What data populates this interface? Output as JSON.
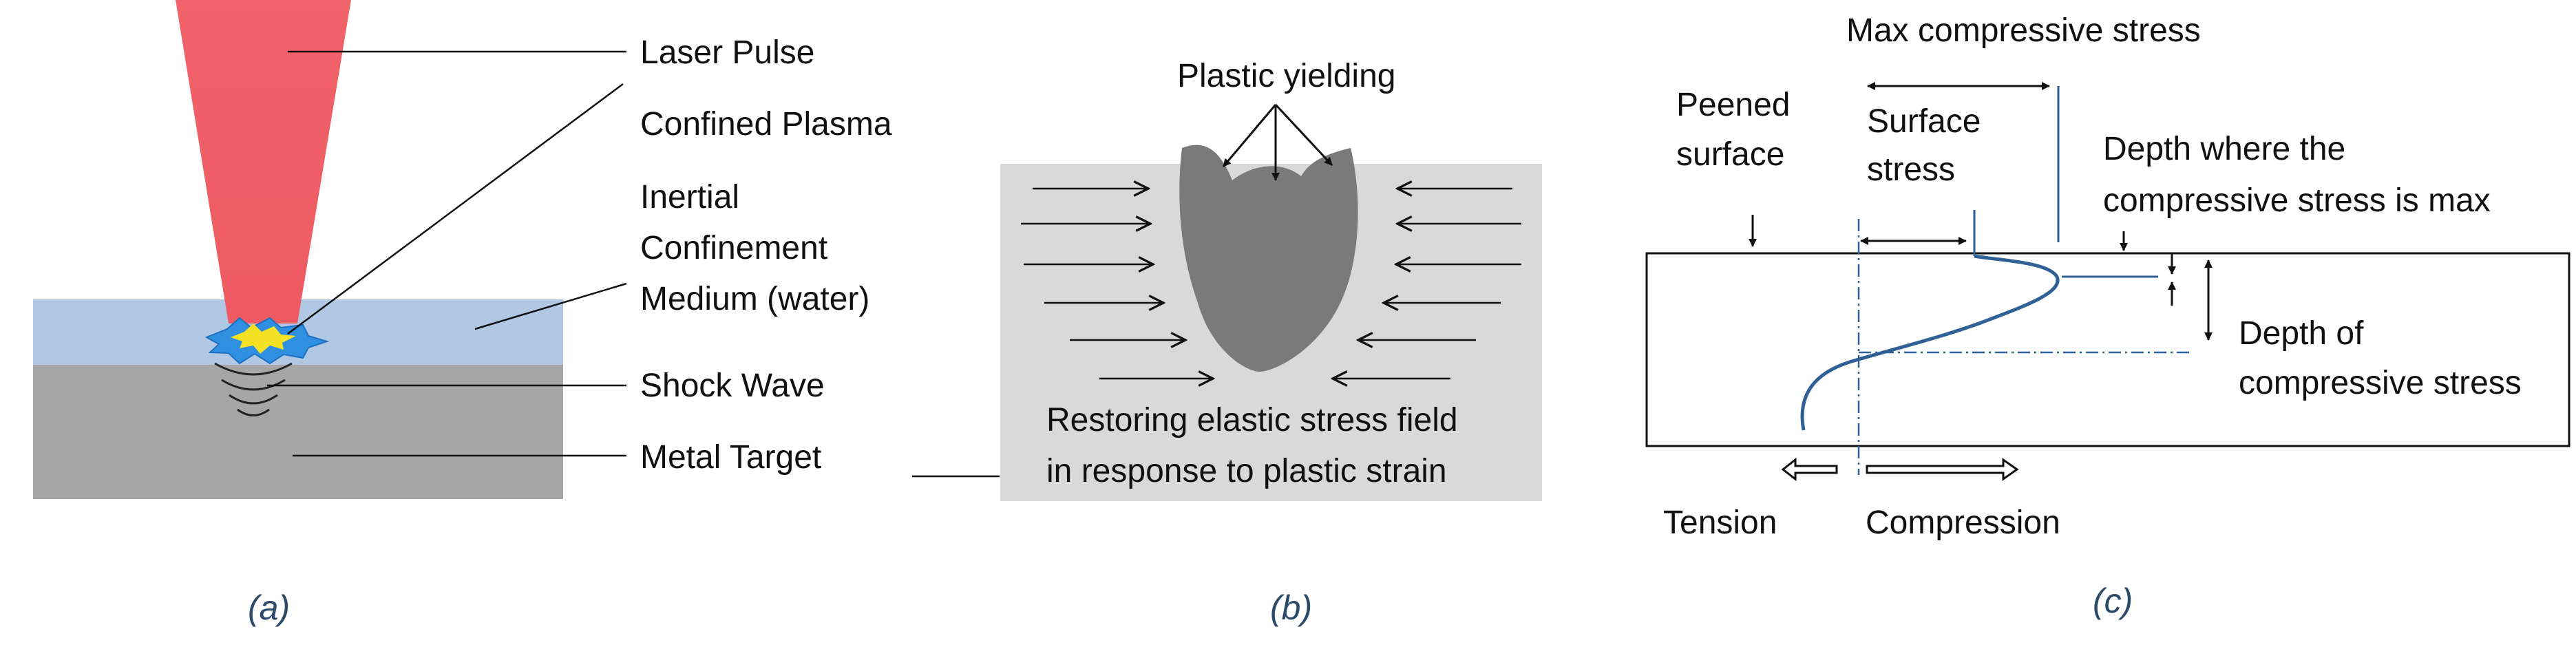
{
  "panel_a": {
    "labels": {
      "laser_pulse": "Laser Pulse",
      "confined_plasma": "Confined Plasma",
      "inertial_line1": "Inertial",
      "inertial_line2": "Confinement",
      "inertial_line3": "Medium (water)",
      "shock_wave": "Shock Wave",
      "metal_target": "Metal Target"
    },
    "caption": "(a)"
  },
  "panel_b": {
    "labels": {
      "plastic_yielding": "Plastic yielding",
      "restoring_line1": "Restoring elastic stress field",
      "restoring_line2": "in response to plastic strain"
    },
    "caption": "(b)"
  },
  "panel_c": {
    "labels": {
      "max_compressive_stress": "Max compressive stress",
      "peened_line1": "Peened",
      "peened_line2": "surface",
      "surface_stress_line1": "Surface",
      "surface_stress_line2": "stress",
      "depth_max_line1": "Depth where the",
      "depth_max_line2": "compressive stress is max",
      "depth_of_line1": "Depth of",
      "depth_of_line2": "compressive stress",
      "tension": "Tension",
      "compression": "Compression"
    },
    "caption": "(c)"
  },
  "colors": {
    "laser": "#f25a63",
    "water": "#b0c8e4",
    "metal": "#a6a6a6",
    "field_box": "#d9d9d9",
    "crater": "#7a7a7a",
    "profile_line": "#2f6096",
    "flash_outer": "#2f8fe0",
    "flash_inner": "#f5e224"
  }
}
